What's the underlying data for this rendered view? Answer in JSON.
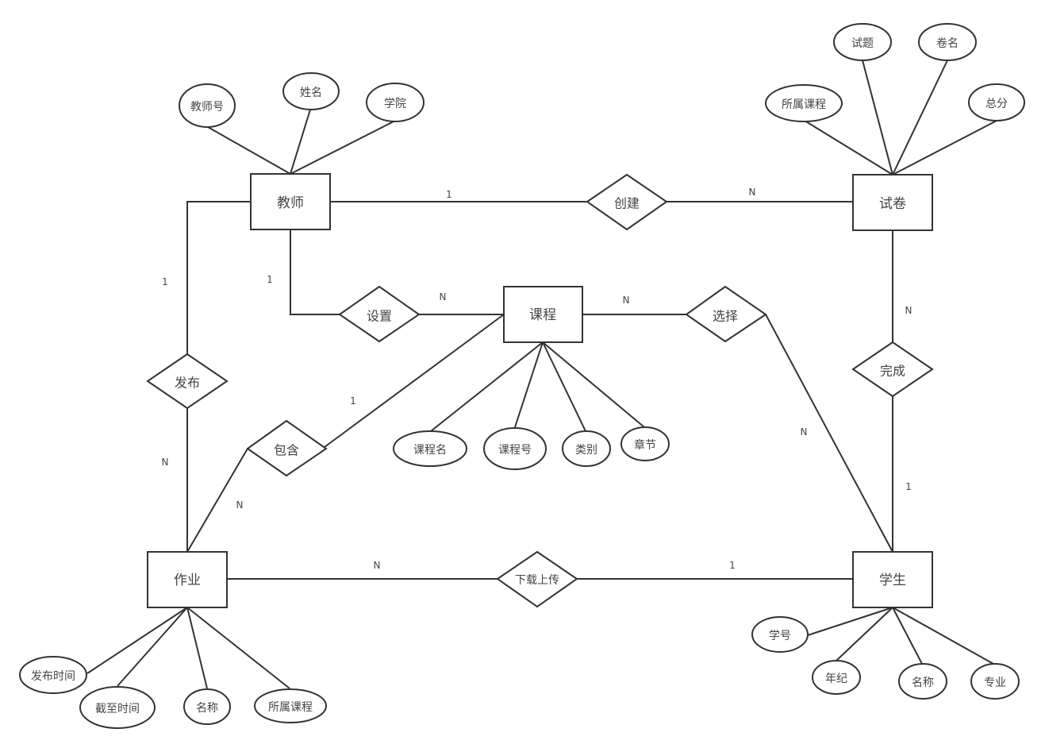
{
  "diagram": {
    "type": "er-diagram",
    "entities": [
      {
        "id": "teacher",
        "label": "教师"
      },
      {
        "id": "paper",
        "label": "试卷"
      },
      {
        "id": "course",
        "label": "课程"
      },
      {
        "id": "homework",
        "label": "作业"
      },
      {
        "id": "student",
        "label": "学生"
      }
    ],
    "relationships": [
      {
        "id": "create",
        "label": "创建"
      },
      {
        "id": "setup",
        "label": "设置"
      },
      {
        "id": "select",
        "label": "选择"
      },
      {
        "id": "publish",
        "label": "发布"
      },
      {
        "id": "contain",
        "label": "包含"
      },
      {
        "id": "complete",
        "label": "完成"
      },
      {
        "id": "transfer",
        "label": "下载上传"
      }
    ],
    "attributes": [
      {
        "id": "t_no",
        "entity": "teacher",
        "label": "教师号"
      },
      {
        "id": "t_name",
        "entity": "teacher",
        "label": "姓名"
      },
      {
        "id": "t_college",
        "entity": "teacher",
        "label": "学院"
      },
      {
        "id": "p_course",
        "entity": "paper",
        "label": "所属课程"
      },
      {
        "id": "p_questions",
        "entity": "paper",
        "label": "试题"
      },
      {
        "id": "p_name",
        "entity": "paper",
        "label": "卷名"
      },
      {
        "id": "p_score",
        "entity": "paper",
        "label": "总分"
      },
      {
        "id": "c_name",
        "entity": "course",
        "label": "课程名"
      },
      {
        "id": "c_no",
        "entity": "course",
        "label": "课程号"
      },
      {
        "id": "c_type",
        "entity": "course",
        "label": "类别"
      },
      {
        "id": "c_chapter",
        "entity": "course",
        "label": "章节"
      },
      {
        "id": "h_pubtime",
        "entity": "homework",
        "label": "发布时间"
      },
      {
        "id": "h_deadline",
        "entity": "homework",
        "label": "截至时间"
      },
      {
        "id": "h_name",
        "entity": "homework",
        "label": "名称"
      },
      {
        "id": "h_course",
        "entity": "homework",
        "label": "所属课程"
      },
      {
        "id": "s_no",
        "entity": "student",
        "label": "学号"
      },
      {
        "id": "s_grade",
        "entity": "student",
        "label": "年纪"
      },
      {
        "id": "s_name",
        "entity": "student",
        "label": "名称"
      },
      {
        "id": "s_major",
        "entity": "student",
        "label": "专业"
      }
    ],
    "connections": [
      {
        "from": "teacher",
        "to": "create",
        "cardinality": "1"
      },
      {
        "from": "create",
        "to": "paper",
        "cardinality": "N"
      },
      {
        "from": "teacher",
        "to": "setup",
        "cardinality": "1"
      },
      {
        "from": "setup",
        "to": "course",
        "cardinality": "N"
      },
      {
        "from": "course",
        "to": "select",
        "cardinality": "N"
      },
      {
        "from": "select",
        "to": "student",
        "cardinality": "N"
      },
      {
        "from": "teacher",
        "to": "publish",
        "cardinality": "1"
      },
      {
        "from": "publish",
        "to": "homework",
        "cardinality": "N"
      },
      {
        "from": "course",
        "to": "contain",
        "cardinality": "1"
      },
      {
        "from": "contain",
        "to": "homework",
        "cardinality": "N"
      },
      {
        "from": "paper",
        "to": "complete",
        "cardinality": "N"
      },
      {
        "from": "complete",
        "to": "student",
        "cardinality": "1"
      },
      {
        "from": "homework",
        "to": "transfer",
        "cardinality": "N"
      },
      {
        "from": "transfer",
        "to": "student",
        "cardinality": "1"
      }
    ]
  }
}
